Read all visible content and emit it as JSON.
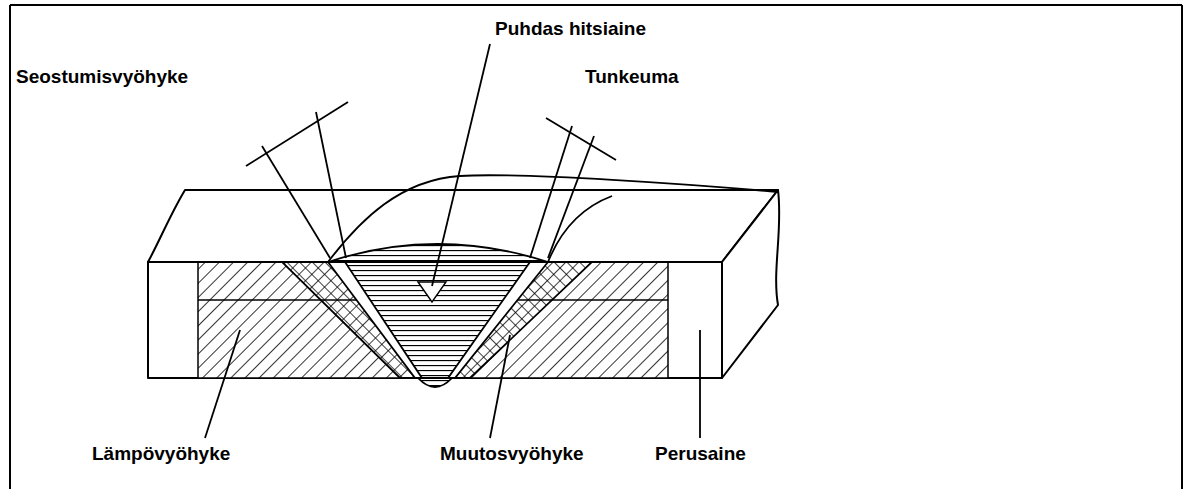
{
  "diagram": {
    "labels": [
      "Puhdas hitsiaine",
      "Seostumisvyöhyke",
      "Tunkeuma",
      "Lämpövyöhyke",
      "Muutosvyöhyke",
      "Perusaine"
    ]
  }
}
